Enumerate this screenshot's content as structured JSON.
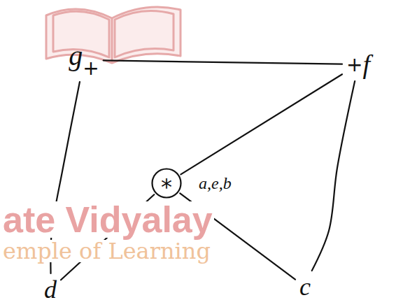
{
  "diagram": {
    "nodes": [
      {
        "text": [
          "g",
          "+"
        ]
      },
      {
        "text": [
          "+",
          "f"
        ]
      },
      {
        "text": [
          "*",
          "a,e,b"
        ]
      },
      {
        "text": [
          "d"
        ]
      },
      {
        "text": [
          "c"
        ]
      }
    ],
    "edges": [
      {
        "from": 0,
        "to": 1,
        "arrow": "none"
      },
      {
        "from": 1,
        "to": 2,
        "arrow": "none"
      },
      {
        "from": 2,
        "to": 3,
        "arrow": "none"
      },
      {
        "from": 2,
        "to": 4,
        "arrow": "none"
      },
      {
        "from": 0,
        "to": 3,
        "arrow": "none"
      },
      {
        "from": 1,
        "to": 4,
        "arrow": "none"
      }
    ],
    "labels": [
      "ate Vidyalay",
      "emple of Learning"
    ]
  }
}
